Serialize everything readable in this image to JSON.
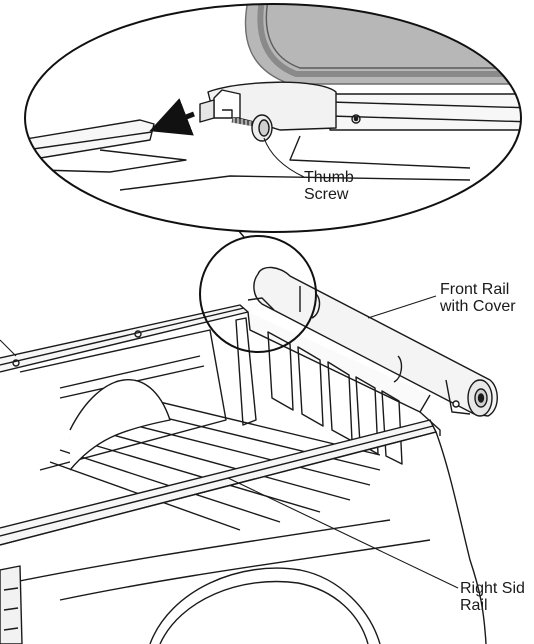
{
  "labels": {
    "thumb_screw": [
      "Thumb",
      "Screw"
    ],
    "front_rail": [
      "Front Rail",
      "with Cover"
    ],
    "right_side_rail": [
      "Right Sid",
      "Rail"
    ]
  },
  "colors": {
    "ink": "#1a1a1a",
    "cover_gray": "#b7b7b7",
    "cover_edge": "#8a8a8a",
    "arrow": "#111111"
  }
}
